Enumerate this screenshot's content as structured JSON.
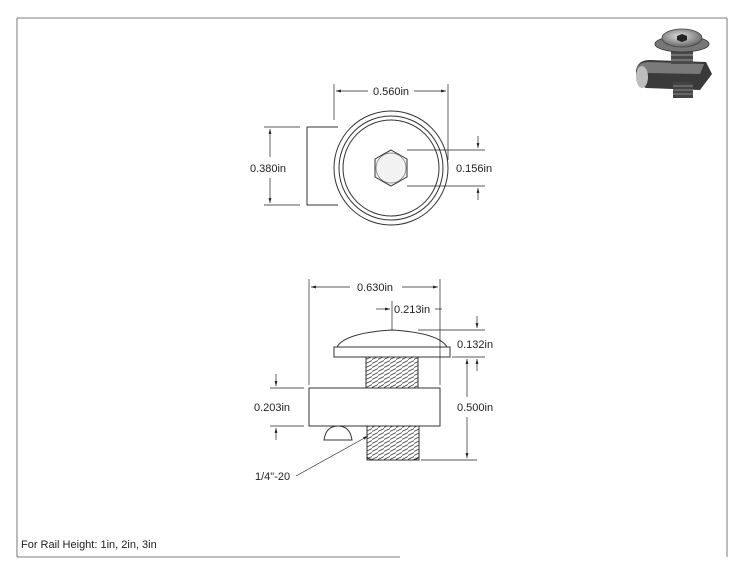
{
  "top_view": {
    "width_dim": "0.560in",
    "height_dim": "0.380in",
    "hex_dim": "0.156in"
  },
  "side_view": {
    "width_dim": "0.630in",
    "thread_dim": "0.213in",
    "head_dim": "0.132in",
    "nut_dim": "0.203in",
    "length_dim": "0.500in",
    "thread_callout": "1/4\"-20"
  },
  "footer": {
    "rail_note": "For Rail Height: 1in, 2in, 3in"
  },
  "colors": {
    "line": "#333333",
    "part_fill": "#ffffff",
    "hex_gray": "#cccccc"
  },
  "icons": {
    "iso_view": "isometric-fastener-icon"
  }
}
